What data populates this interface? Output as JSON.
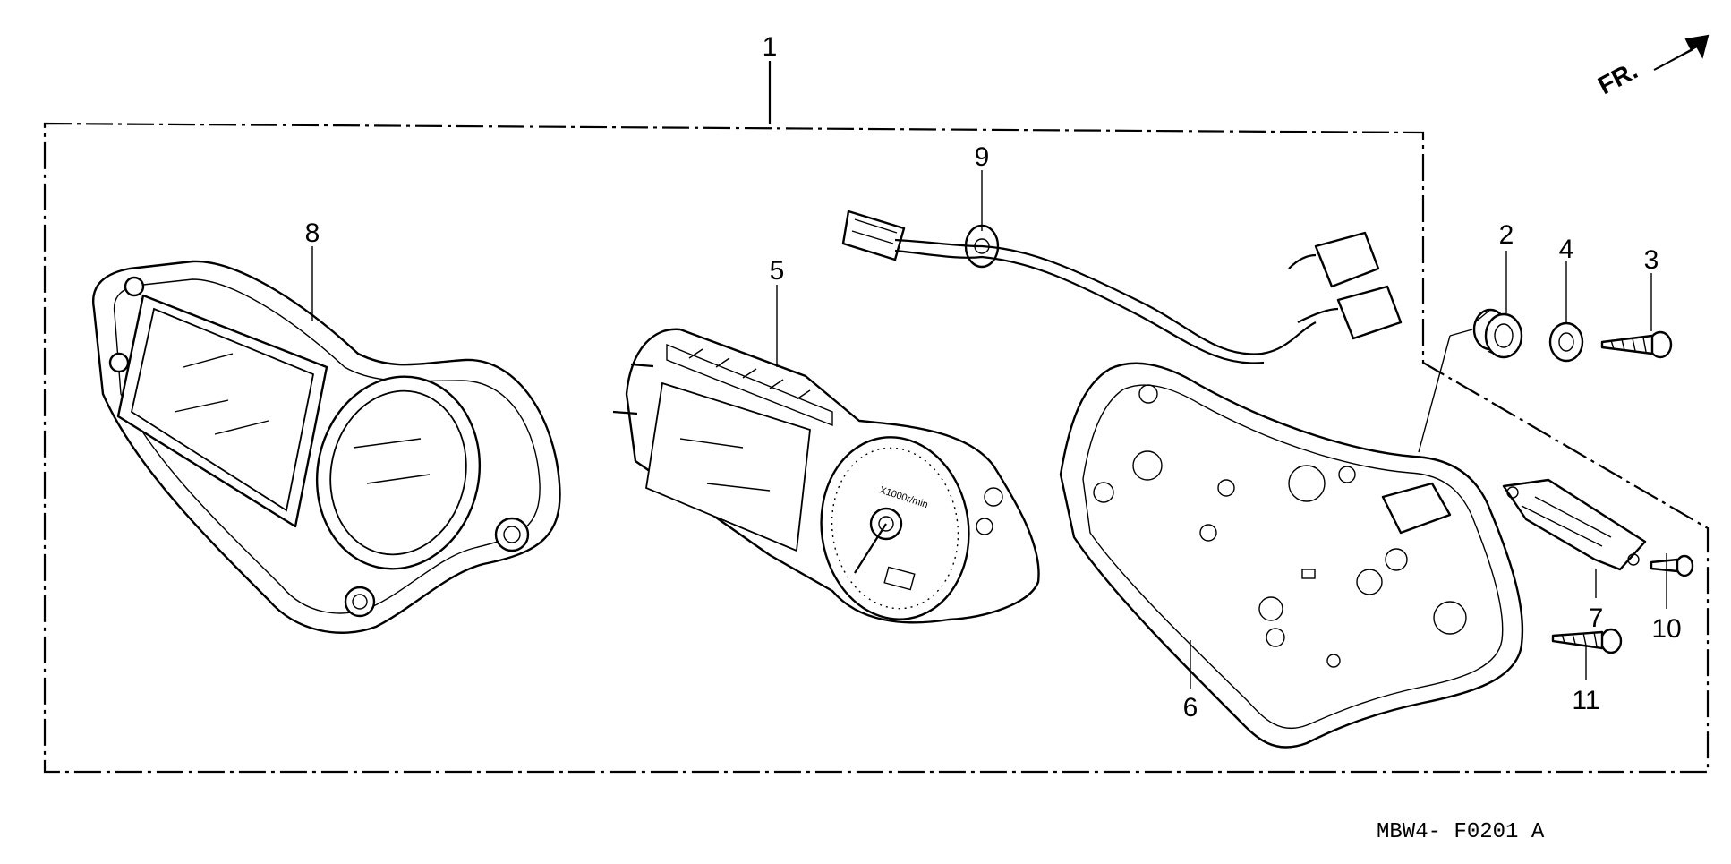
{
  "diagram": {
    "callouts": {
      "c1": "1",
      "c2": "2",
      "c3": "3",
      "c4": "4",
      "c5": "5",
      "c6": "6",
      "c7": "7",
      "c8": "8",
      "c9": "9",
      "c10": "10",
      "c11": "11"
    },
    "front_marker": "FR.",
    "reference_code": "MBW4- F0201 A",
    "icons": {
      "front_arrow": "front-direction-arrow-icon"
    }
  }
}
